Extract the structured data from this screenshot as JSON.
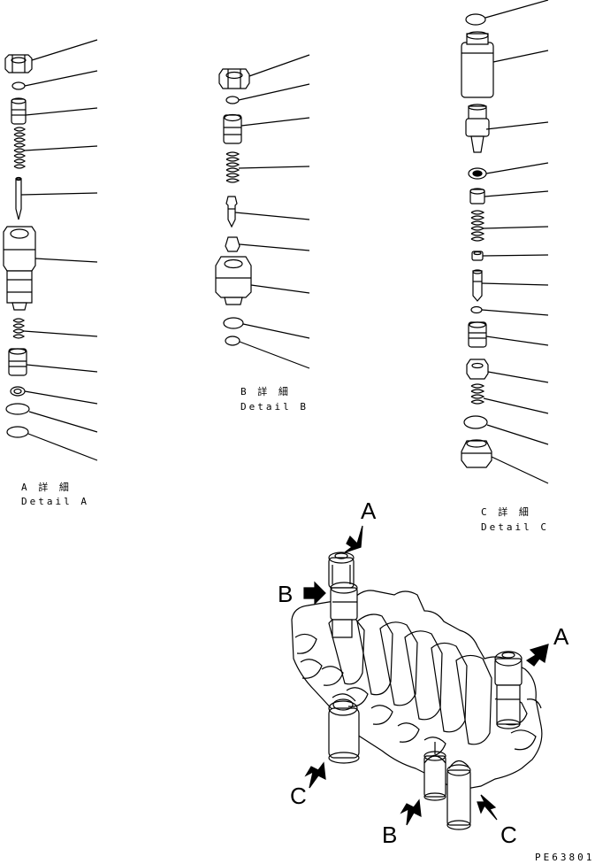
{
  "details": {
    "a": {
      "line1": "A 詳 細",
      "line2": "Detail A"
    },
    "b": {
      "line1": "B 詳 細",
      "line2": "Detail B"
    },
    "c": {
      "line1": "C 詳 細",
      "line2": "Detail C"
    }
  },
  "assembly_labels": {
    "a_top": "A",
    "a_right": "A",
    "b_left": "B",
    "b_bottom": "B",
    "c_left": "C",
    "c_bottom": "C"
  },
  "drawing_code": "PE63801"
}
